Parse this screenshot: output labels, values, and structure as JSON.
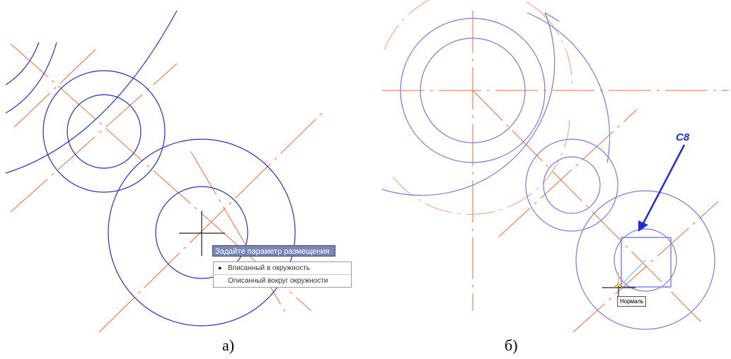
{
  "colors": {
    "circle": "#2a2ad4",
    "circle_light": "#7878e8",
    "axis": "#ff6633",
    "axis_light": "#ff9977",
    "crosshair": "#222222",
    "arrow": "#1a2fd0",
    "square": "#8080f0"
  },
  "panel_a": {
    "caption": "а)",
    "prompt_title": "Задайте параметр размещения",
    "options": [
      {
        "label": "Вписанный в окружность",
        "selected": true
      },
      {
        "label": "Описанный вокруг окружности",
        "selected": false
      }
    ]
  },
  "panel_b": {
    "caption": "б)",
    "callout_label": "C8",
    "snap_tooltip": "Нормаль"
  }
}
